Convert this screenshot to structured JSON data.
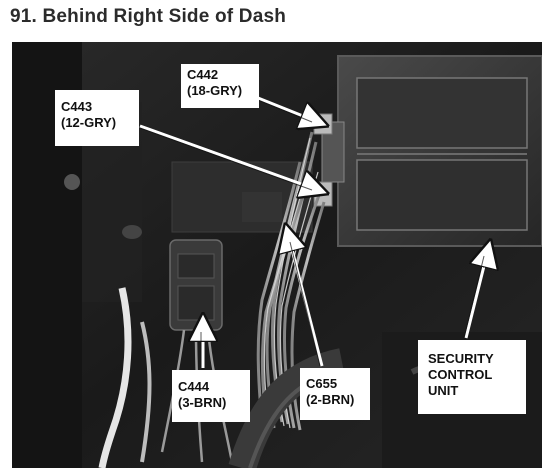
{
  "header": {
    "title": "91. Behind Right Side of Dash"
  },
  "callouts": [
    {
      "name": "connector-c442",
      "line1": "C442",
      "line2": "(18-GRY)"
    },
    {
      "name": "connector-c443",
      "line1": "C443",
      "line2": "(12-GRY)"
    },
    {
      "name": "connector-c444",
      "line1": "C444",
      "line2": "(3-BRN)"
    },
    {
      "name": "connector-c655",
      "line1": "C655",
      "line2": "(2-BRN)"
    },
    {
      "name": "security-control-unit",
      "line1": "SECURITY",
      "line2": "CONTROL",
      "line3": "UNIT"
    }
  ],
  "colors": {
    "photo_dark": "#1c1c1c",
    "callout_bg": "#ffffff",
    "arrow": "#ffffff"
  }
}
